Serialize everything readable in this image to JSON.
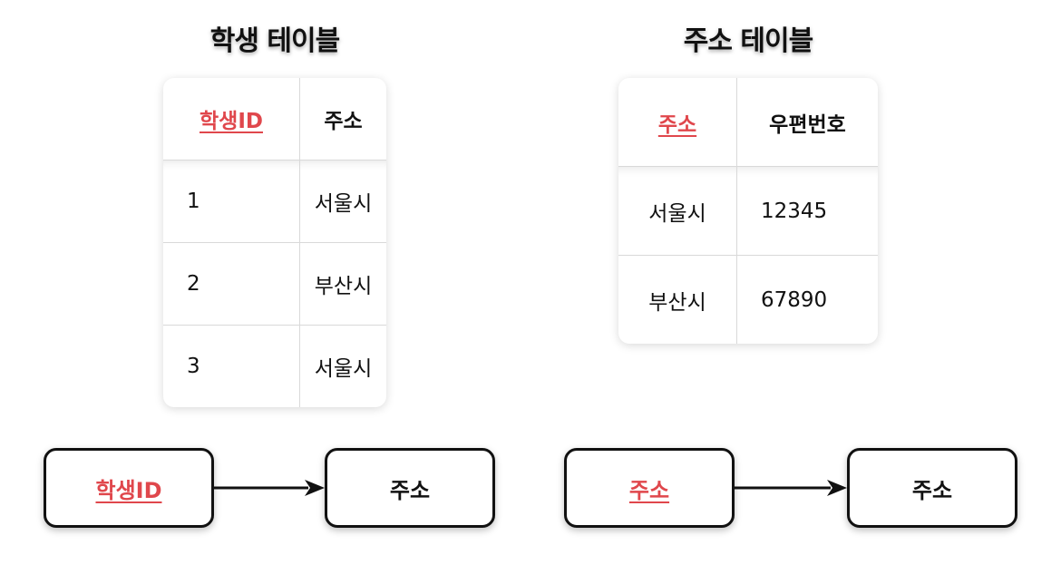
{
  "colors": {
    "primary_key": "#e0474c",
    "border": "#111111",
    "grid": "#d9d9d9"
  },
  "student_table": {
    "title": "학생 테이블",
    "headers": [
      "학생ID",
      "주소"
    ],
    "rows": [
      [
        "1",
        "서울시"
      ],
      [
        "2",
        "부산시"
      ],
      [
        "3",
        "서울시"
      ]
    ]
  },
  "address_table": {
    "title": "주소 테이블",
    "headers": [
      "주소",
      "우편번호"
    ],
    "rows": [
      [
        "서울시",
        "12345"
      ],
      [
        "부산시",
        "67890"
      ]
    ]
  },
  "dependencies": [
    {
      "from": "학생ID",
      "to": "주소"
    },
    {
      "from": "주소",
      "to": "주소"
    }
  ]
}
